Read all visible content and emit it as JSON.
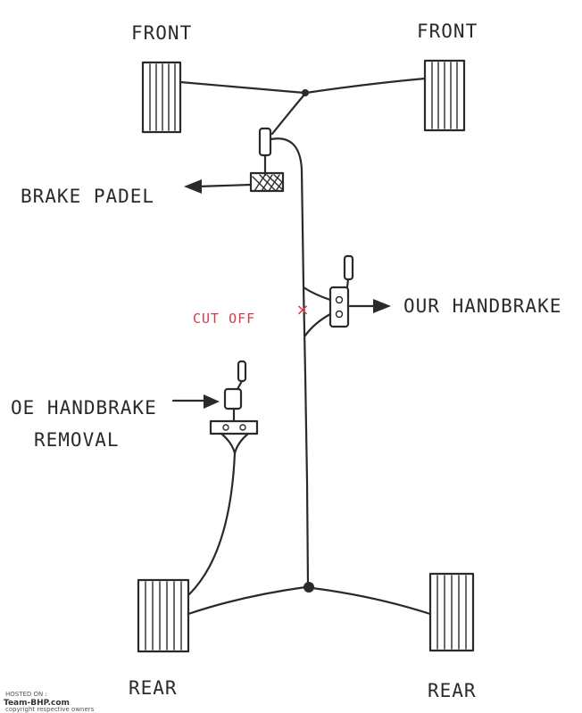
{
  "labels": {
    "front_left": "FRONT",
    "front_right": "FRONT",
    "rear_left": "REAR",
    "rear_right": "REAR",
    "brake_pedal": "BRAKE PADEL",
    "our_handbrake": "OUR HANDBRAKE",
    "oe_handbrake_line1": "OE HANDBRAKE",
    "oe_handbrake_line2": "REMOVAL",
    "cut_off": "CUT OFF",
    "cut_mark": "×"
  },
  "watermark": {
    "hosted_on": "HOSTED ON :",
    "site": "Team-BHP.com",
    "copyright": "copyright respective owners"
  },
  "colors": {
    "ink": "#2a2a2a",
    "cut_red": "#d93a4a"
  }
}
